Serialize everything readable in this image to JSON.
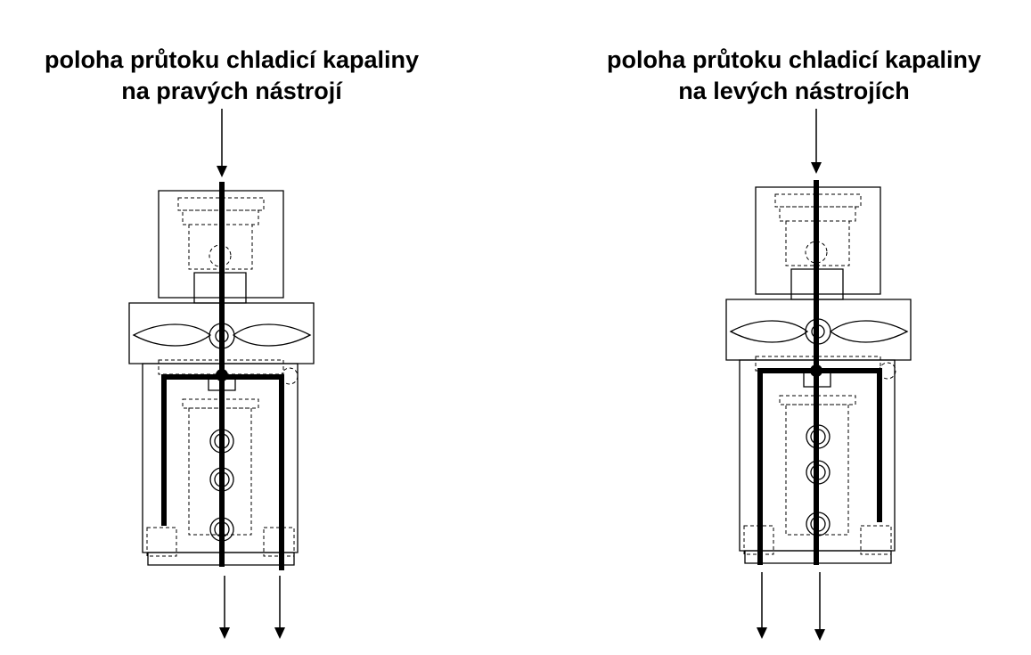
{
  "figures": [
    {
      "id": "right-tools",
      "caption_line1": "poloha průtoku chladicí kapaliny",
      "caption_line2": "na pravých nástrojí"
    },
    {
      "id": "left-tools",
      "caption_line1": "poloha průtoku chladicí kapaliny",
      "caption_line2": "na levých nástrojích"
    }
  ]
}
